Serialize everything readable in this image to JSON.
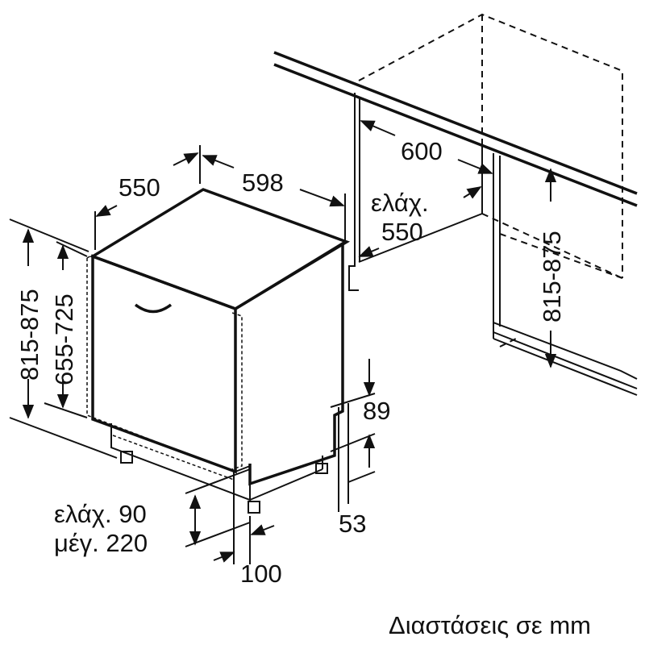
{
  "labels": {
    "depth": "550",
    "width": "598",
    "niche_width": "600",
    "niche_min_label": "ελάχ.",
    "niche_min_depth": "550",
    "height_left": "815-875",
    "door_height": "655-725",
    "niche_height": "815-875",
    "plinth_89": "89",
    "plinth_53": "53",
    "min_90": "ελάχ. 90",
    "max_220": "μέγ. 220",
    "offset_100": "100"
  },
  "caption": "Διαστάσεις σε mm"
}
